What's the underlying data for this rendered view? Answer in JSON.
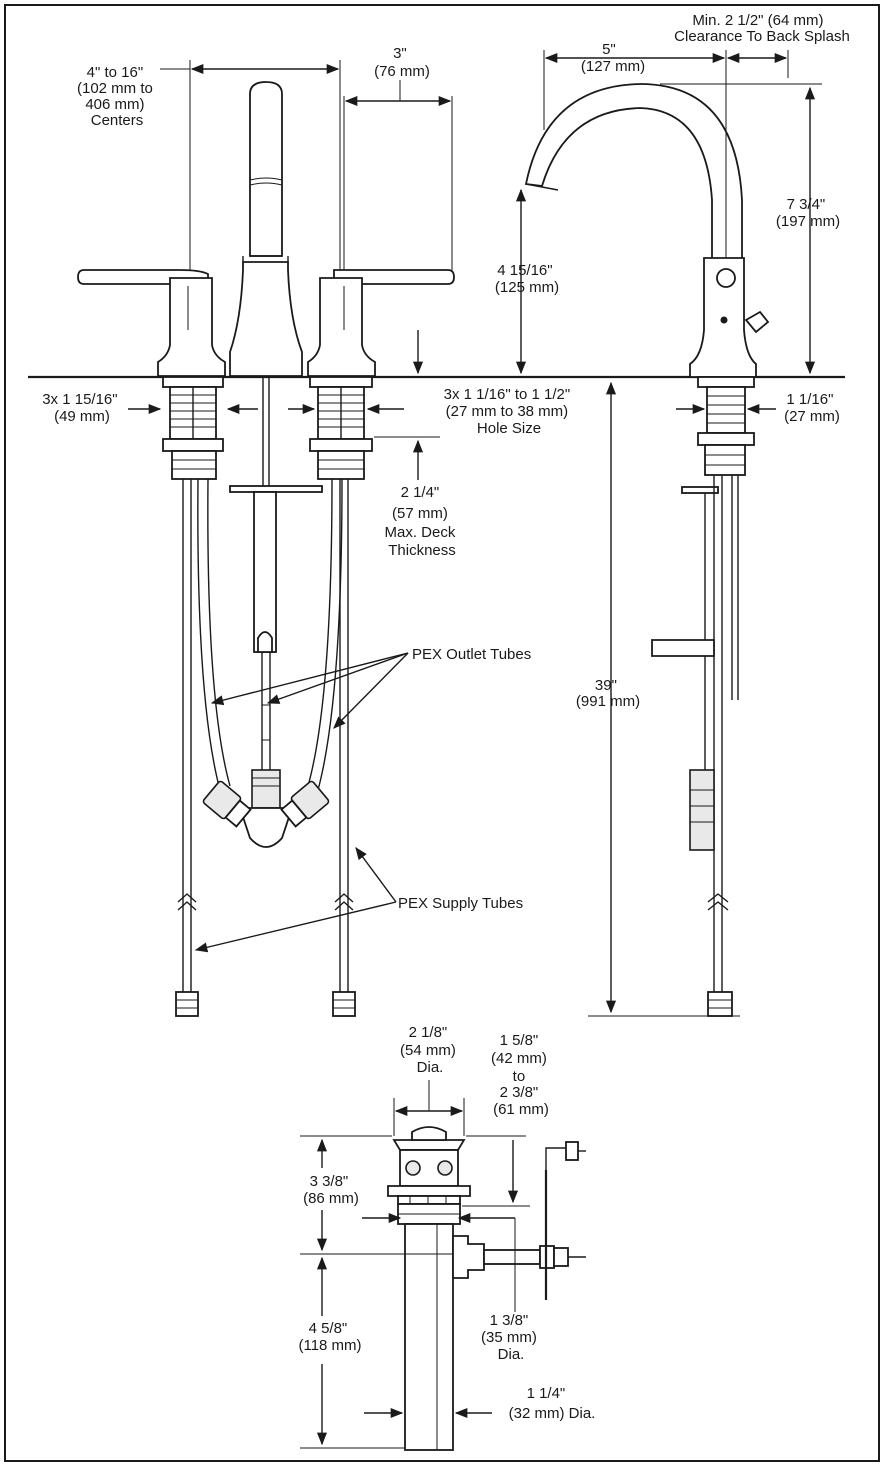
{
  "front_view": {
    "centers": [
      "4\" to 16\"",
      "(102 mm to",
      "406 mm)",
      "Centers"
    ],
    "handle_reach": [
      "3\"",
      "(76 mm)"
    ],
    "shank_left": [
      "3x 1 15/16\"",
      "(49 mm)"
    ],
    "hole_size": [
      "3x 1 1/16\" to 1 1/2\"",
      "(27 mm to 38 mm)",
      "Hole Size"
    ],
    "deck_thickness": [
      "2 1/4\"",
      "(57 mm)",
      "Max. Deck",
      "Thickness"
    ],
    "pex_outlet": "PEX Outlet Tubes",
    "pex_supply": "PEX Supply Tubes",
    "total_length": [
      "39\"",
      "(991 mm)"
    ]
  },
  "side_view": {
    "backsplash": [
      "Min. 2 1/2\" (64 mm)",
      "Clearance To Back Splash"
    ],
    "spout_reach": [
      "5\"",
      "(127 mm)"
    ],
    "spout_height": [
      "7 3/4\"",
      "(197 mm)"
    ],
    "outlet_height": [
      "4 15/16\"",
      "(125 mm)"
    ],
    "shank_dia": [
      "1 1/16\"",
      "(27 mm)"
    ]
  },
  "drain_view": {
    "flange_dia": [
      "2 1/8\"",
      "(54 mm)",
      "Dia."
    ],
    "flange_height": [
      "1 5/8\"",
      "(42 mm)",
      "to",
      "2 3/8\"",
      "(61 mm)"
    ],
    "body_height": [
      "3 3/8\"",
      "(86 mm)"
    ],
    "tail_length": [
      "4 5/8\"",
      "(118 mm)"
    ],
    "body_dia": [
      "1 3/8\"",
      "(35 mm)",
      "Dia."
    ],
    "tail_dia": [
      "1 1/4\"",
      "(32 mm) Dia."
    ]
  }
}
